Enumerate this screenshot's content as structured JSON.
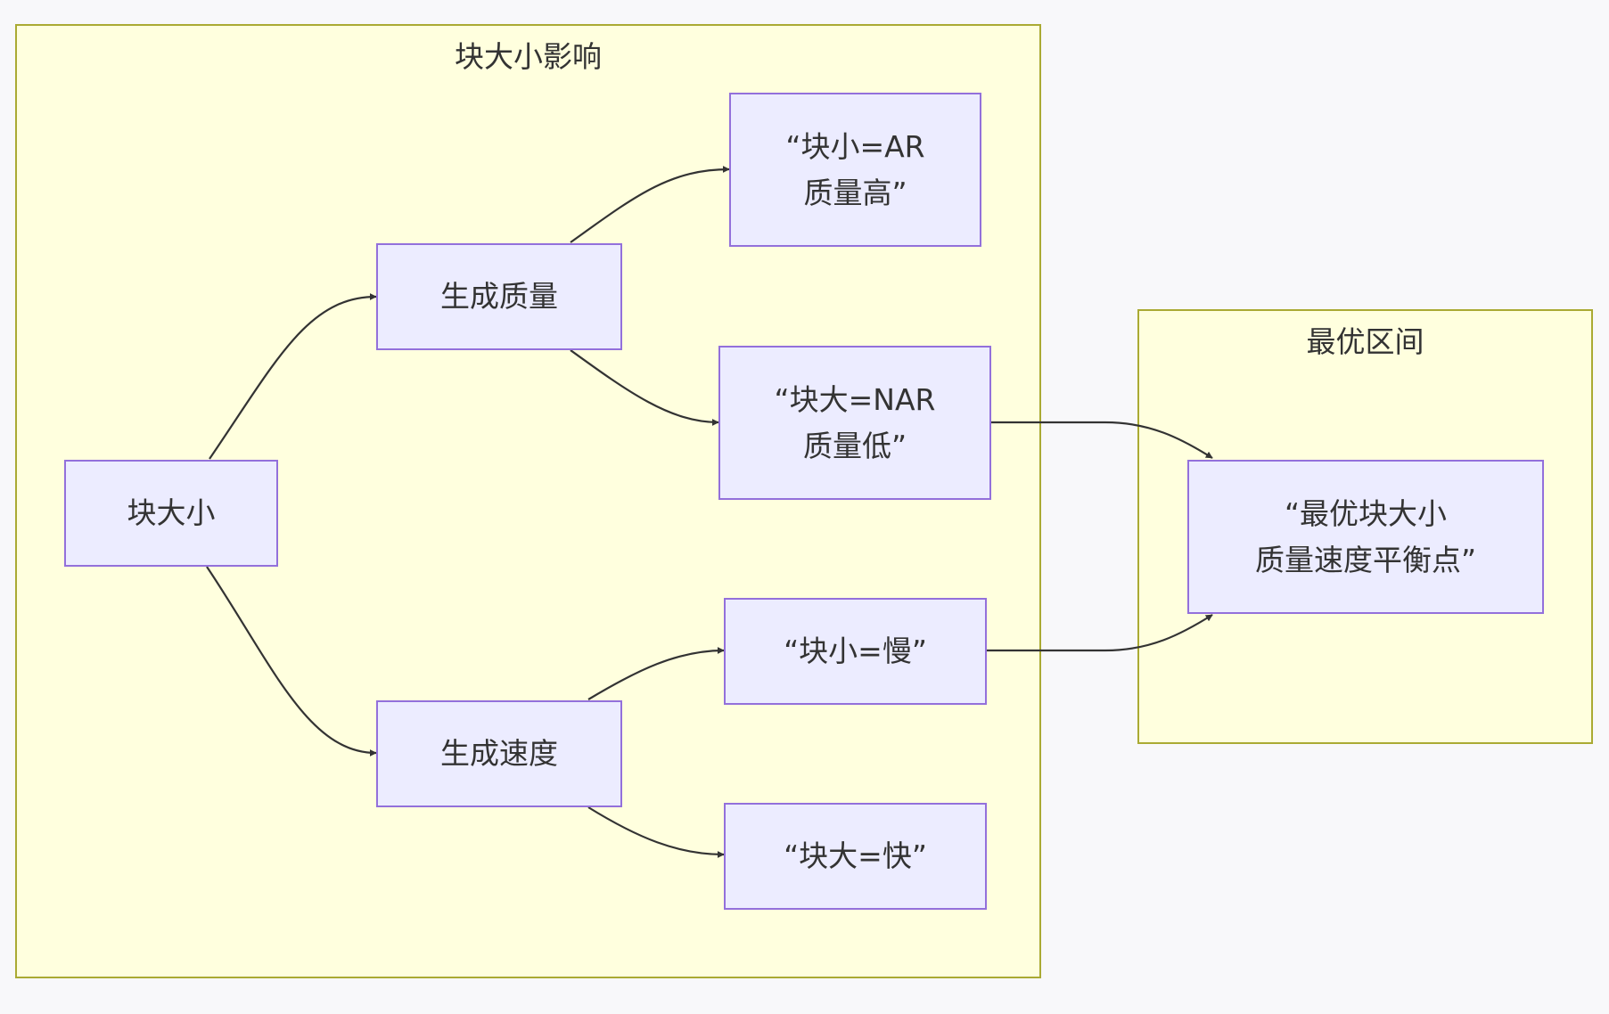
{
  "subgraphs": {
    "influence": {
      "title": "块大小影响"
    },
    "optimal": {
      "title": "最优区间"
    }
  },
  "nodes": {
    "block_size": {
      "lines": [
        "块大小"
      ]
    },
    "gen_quality": {
      "lines": [
        "生成质量"
      ]
    },
    "gen_speed": {
      "lines": [
        "生成速度"
      ]
    },
    "small_ar": {
      "lines": [
        "“块小=AR",
        "质量高”"
      ]
    },
    "large_nar": {
      "lines": [
        "“块大=NAR",
        "质量低”"
      ]
    },
    "small_slow": {
      "lines": [
        "“块小=慢”"
      ]
    },
    "large_fast": {
      "lines": [
        "“块大=快”"
      ]
    },
    "optimal_size": {
      "lines": [
        "“最优块大小",
        "质量速度平衡点”"
      ]
    }
  },
  "edges": [
    {
      "from": "block_size",
      "to": "gen_quality"
    },
    {
      "from": "block_size",
      "to": "gen_speed"
    },
    {
      "from": "gen_quality",
      "to": "small_ar"
    },
    {
      "from": "gen_quality",
      "to": "large_nar"
    },
    {
      "from": "gen_speed",
      "to": "small_slow"
    },
    {
      "from": "gen_speed",
      "to": "large_fast"
    },
    {
      "from": "large_nar",
      "to": "optimal_size"
    },
    {
      "from": "small_slow",
      "to": "optimal_size"
    }
  ],
  "colors": {
    "background": "#f8f8fa",
    "subgraph_fill": "#ffffde",
    "subgraph_border": "#aaaa33",
    "node_fill": "#ececff",
    "node_border": "#9370db",
    "text": "#333333",
    "edge": "#333333"
  }
}
